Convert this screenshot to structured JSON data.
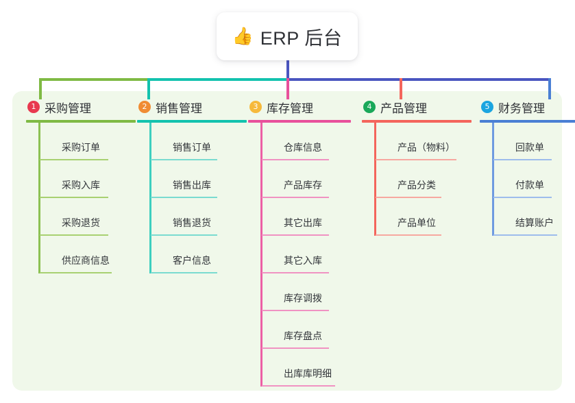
{
  "root": {
    "icon": "thumbs-up-icon",
    "icon_glyph": "👍",
    "title": "ERP 后台"
  },
  "panel": {
    "background": "#f0f8ea"
  },
  "connectors": {
    "stem_color": "#4a55c0",
    "bus_colors": [
      "#7fba44",
      "#13c2ae",
      "#4a55c0"
    ],
    "drop_colors": [
      "#7fba44",
      "#13c2ae",
      "#e8509b",
      "#f4655c",
      "#4a7fd4"
    ]
  },
  "columns": [
    {
      "number": "1",
      "badge_color": "#e8384f",
      "line_color": "#7fba44",
      "title": "采购管理",
      "items": [
        {
          "label": "采购订单",
          "rule_width": 100
        },
        {
          "label": "采购入库",
          "rule_width": 100
        },
        {
          "label": "采购退货",
          "rule_width": 100
        },
        {
          "label": "供应商信息",
          "rule_width": 105
        }
      ]
    },
    {
      "number": "2",
      "badge_color": "#f08c33",
      "line_color": "#13c2ae",
      "title": "销售管理",
      "items": [
        {
          "label": "销售订单",
          "rule_width": 97
        },
        {
          "label": "销售出库",
          "rule_width": 97
        },
        {
          "label": "销售退货",
          "rule_width": 97
        },
        {
          "label": "客户信息",
          "rule_width": 97
        }
      ]
    },
    {
      "number": "3",
      "badge_color": "#f6b93b",
      "line_color": "#e8509b",
      "title": "库存管理",
      "items": [
        {
          "label": "仓库信息",
          "rule_width": 98
        },
        {
          "label": "产品库存",
          "rule_width": 98
        },
        {
          "label": "其它出库",
          "rule_width": 98
        },
        {
          "label": "其它入库",
          "rule_width": 98
        },
        {
          "label": "库存调拨",
          "rule_width": 98
        },
        {
          "label": "库存盘点",
          "rule_width": 98
        },
        {
          "label": "出库库明细",
          "rule_width": 107
        }
      ]
    },
    {
      "number": "4",
      "badge_color": "#1aa85a",
      "line_color": "#f4655c",
      "title": "产品管理",
      "items": [
        {
          "label": "产品（物料）",
          "rule_width": 118
        },
        {
          "label": "产品分类",
          "rule_width": 96
        },
        {
          "label": "产品单位",
          "rule_width": 96
        }
      ]
    },
    {
      "number": "5",
      "badge_color": "#1ba5e0",
      "line_color": "#4a7fd4",
      "title": "财务管理",
      "items": [
        {
          "label": "回款单",
          "rule_width": 85
        },
        {
          "label": "付款单",
          "rule_width": 85
        },
        {
          "label": "结算账户",
          "rule_width": 93
        }
      ]
    }
  ]
}
